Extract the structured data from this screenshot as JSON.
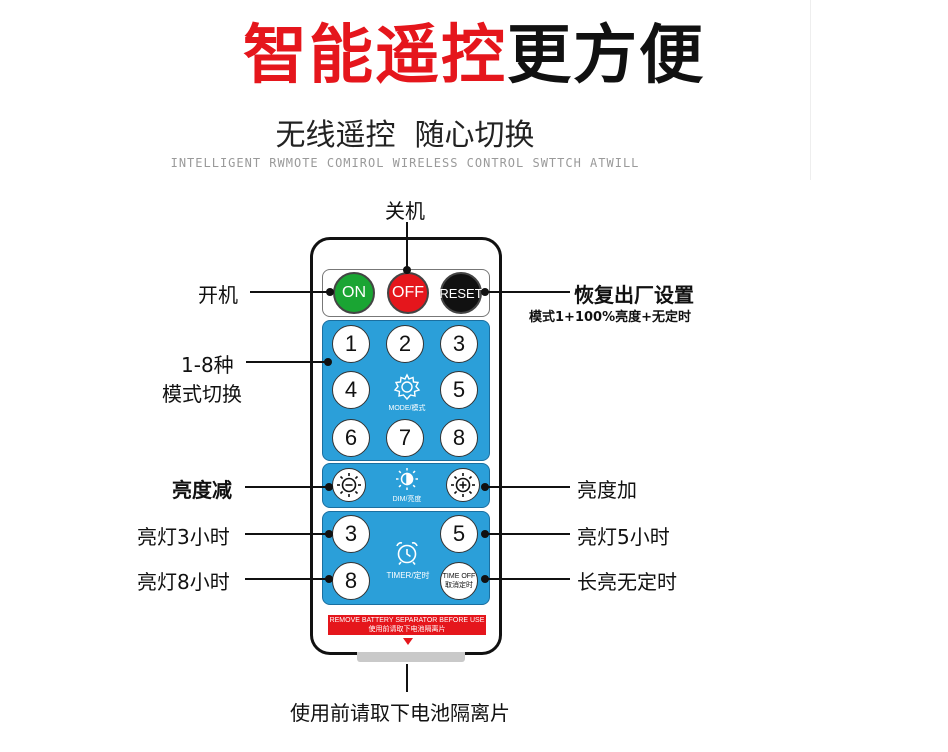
{
  "header": {
    "title_red": "智能遥控",
    "title_black": "更方便",
    "subtitle": "无线遥控  随心切换",
    "english": "INTELLIGENT RWMOTE COMIROL WIRELESS CONTROL SWTTCH ATWILL"
  },
  "remote": {
    "top_buttons": [
      {
        "label": "ON",
        "color": "#1aa533"
      },
      {
        "label": "OFF",
        "color": "#e5161c"
      },
      {
        "label": "RESET",
        "color": "#111111"
      }
    ],
    "mode_buttons": [
      "1",
      "2",
      "3",
      "4",
      "5",
      "6",
      "7",
      "8"
    ],
    "mode_label": "MODE/模式",
    "dim_label": "DIM/亮度",
    "timer_buttons": [
      "3",
      "5",
      "8"
    ],
    "timer_label": "TIMER/定时",
    "time_off_label_1": "TIME OFF",
    "time_off_label_2": "取消定时",
    "warning_en": "REMOVE BATTERY SEPARATOR BEFORE USE",
    "warning_cn": "使用前请取下电池隔离片",
    "panel_color": "#2b9fd9"
  },
  "callouts": {
    "power_off": "关机",
    "power_on": "开机",
    "reset": "恢复出厂设置",
    "reset_note": "模式1+100%亮度+无定时",
    "modes_1": "1-8种",
    "modes_2": "模式切换",
    "dim_down": "亮度减",
    "dim_up": "亮度加",
    "timer_3h": "亮灯3小时",
    "timer_5h": "亮灯5小时",
    "timer_8h": "亮灯8小时",
    "timer_off": "长亮无定时",
    "separator": "使用前请取下电池隔离片"
  }
}
